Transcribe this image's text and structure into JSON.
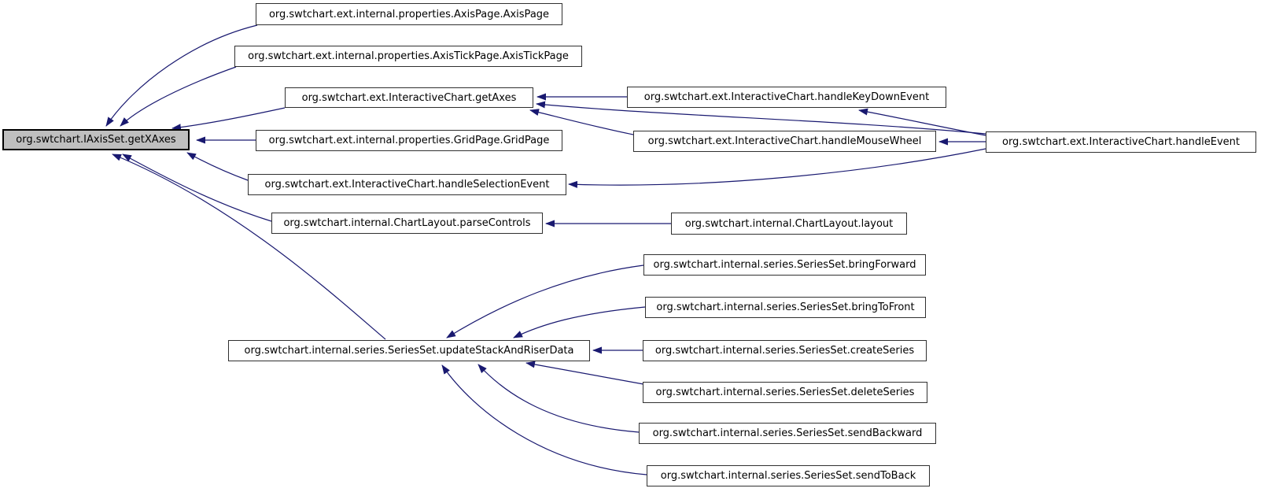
{
  "diagram": {
    "type": "doxygen-caller-graph",
    "colors": {
      "edge_accent": "#191970",
      "highlight_fill": "#bfbfbf",
      "node_fill": "#ffffff",
      "node_border": "#303030",
      "background": "#ffffff"
    },
    "nodes": [
      {
        "id": "getXAxes",
        "label": "org.swtchart.IAxisSet.getXAxes",
        "highlighted": true
      },
      {
        "id": "axisPage",
        "label": "org.swtchart.ext.internal.properties.AxisPage.AxisPage"
      },
      {
        "id": "axisTickPage",
        "label": "org.swtchart.ext.internal.properties.AxisTickPage.AxisTickPage"
      },
      {
        "id": "getAxes",
        "label": "org.swtchart.ext.InteractiveChart.getAxes"
      },
      {
        "id": "gridPage",
        "label": "org.swtchart.ext.internal.properties.GridPage.GridPage"
      },
      {
        "id": "handleSelectionEvent",
        "label": "org.swtchart.ext.InteractiveChart.handleSelectionEvent"
      },
      {
        "id": "parseControls",
        "label": "org.swtchart.internal.ChartLayout.parseControls"
      },
      {
        "id": "handleKeyDownEvent",
        "label": "org.swtchart.ext.InteractiveChart.handleKeyDownEvent"
      },
      {
        "id": "handleMouseWheel",
        "label": "org.swtchart.ext.InteractiveChart.handleMouseWheel"
      },
      {
        "id": "handleEvent",
        "label": "org.swtchart.ext.InteractiveChart.handleEvent"
      },
      {
        "id": "layout",
        "label": "org.swtchart.internal.ChartLayout.layout"
      },
      {
        "id": "updateStackAndRiserData",
        "label": "org.swtchart.internal.series.SeriesSet.updateStackAndRiserData"
      },
      {
        "id": "bringForward",
        "label": "org.swtchart.internal.series.SeriesSet.bringForward"
      },
      {
        "id": "bringToFront",
        "label": "org.swtchart.internal.series.SeriesSet.bringToFront"
      },
      {
        "id": "createSeries",
        "label": "org.swtchart.internal.series.SeriesSet.createSeries"
      },
      {
        "id": "deleteSeries",
        "label": "org.swtchart.internal.series.SeriesSet.deleteSeries"
      },
      {
        "id": "sendBackward",
        "label": "org.swtchart.internal.series.SeriesSet.sendBackward"
      },
      {
        "id": "sendToBack",
        "label": "org.swtchart.internal.series.SeriesSet.sendToBack"
      }
    ],
    "edges": [
      {
        "from": "axisPage",
        "to": "getXAxes"
      },
      {
        "from": "axisTickPage",
        "to": "getXAxes"
      },
      {
        "from": "getAxes",
        "to": "getXAxes"
      },
      {
        "from": "gridPage",
        "to": "getXAxes"
      },
      {
        "from": "handleSelectionEvent",
        "to": "getXAxes"
      },
      {
        "from": "parseControls",
        "to": "getXAxes"
      },
      {
        "from": "updateStackAndRiserData",
        "to": "getXAxes"
      },
      {
        "from": "handleKeyDownEvent",
        "to": "getAxes"
      },
      {
        "from": "handleMouseWheel",
        "to": "getAxes"
      },
      {
        "from": "handleEvent",
        "to": "getAxes"
      },
      {
        "from": "handleEvent",
        "to": "handleKeyDownEvent"
      },
      {
        "from": "handleEvent",
        "to": "handleMouseWheel"
      },
      {
        "from": "handleEvent",
        "to": "handleSelectionEvent"
      },
      {
        "from": "layout",
        "to": "parseControls"
      },
      {
        "from": "bringForward",
        "to": "updateStackAndRiserData"
      },
      {
        "from": "bringToFront",
        "to": "updateStackAndRiserData"
      },
      {
        "from": "createSeries",
        "to": "updateStackAndRiserData"
      },
      {
        "from": "deleteSeries",
        "to": "updateStackAndRiserData"
      },
      {
        "from": "sendBackward",
        "to": "updateStackAndRiserData"
      },
      {
        "from": "sendToBack",
        "to": "updateStackAndRiserData"
      }
    ]
  }
}
